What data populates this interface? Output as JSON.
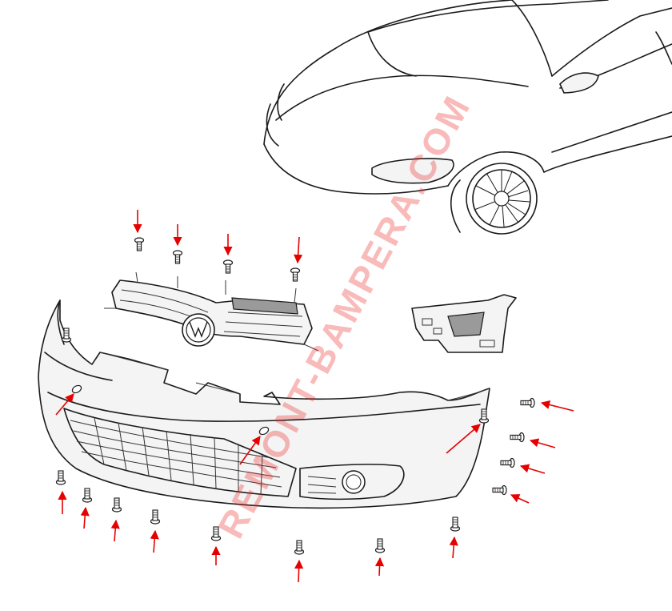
{
  "watermark": {
    "text": "REMONT-BAMPERA.COM",
    "color": "#e60000"
  },
  "components": [
    {
      "name": "car-front-view"
    },
    {
      "name": "upper-grille"
    },
    {
      "name": "vw-emblem"
    },
    {
      "name": "side-bracket"
    },
    {
      "name": "front-bumper-cover"
    },
    {
      "name": "lower-grille"
    },
    {
      "name": "fog-light-housing"
    }
  ],
  "fasteners": {
    "grille_top_screws": 4,
    "bumper_upper_screws": 4,
    "bumper_right_side_screws": 4,
    "bumper_bottom_screws": 8
  },
  "arrow_color": "#e60000"
}
